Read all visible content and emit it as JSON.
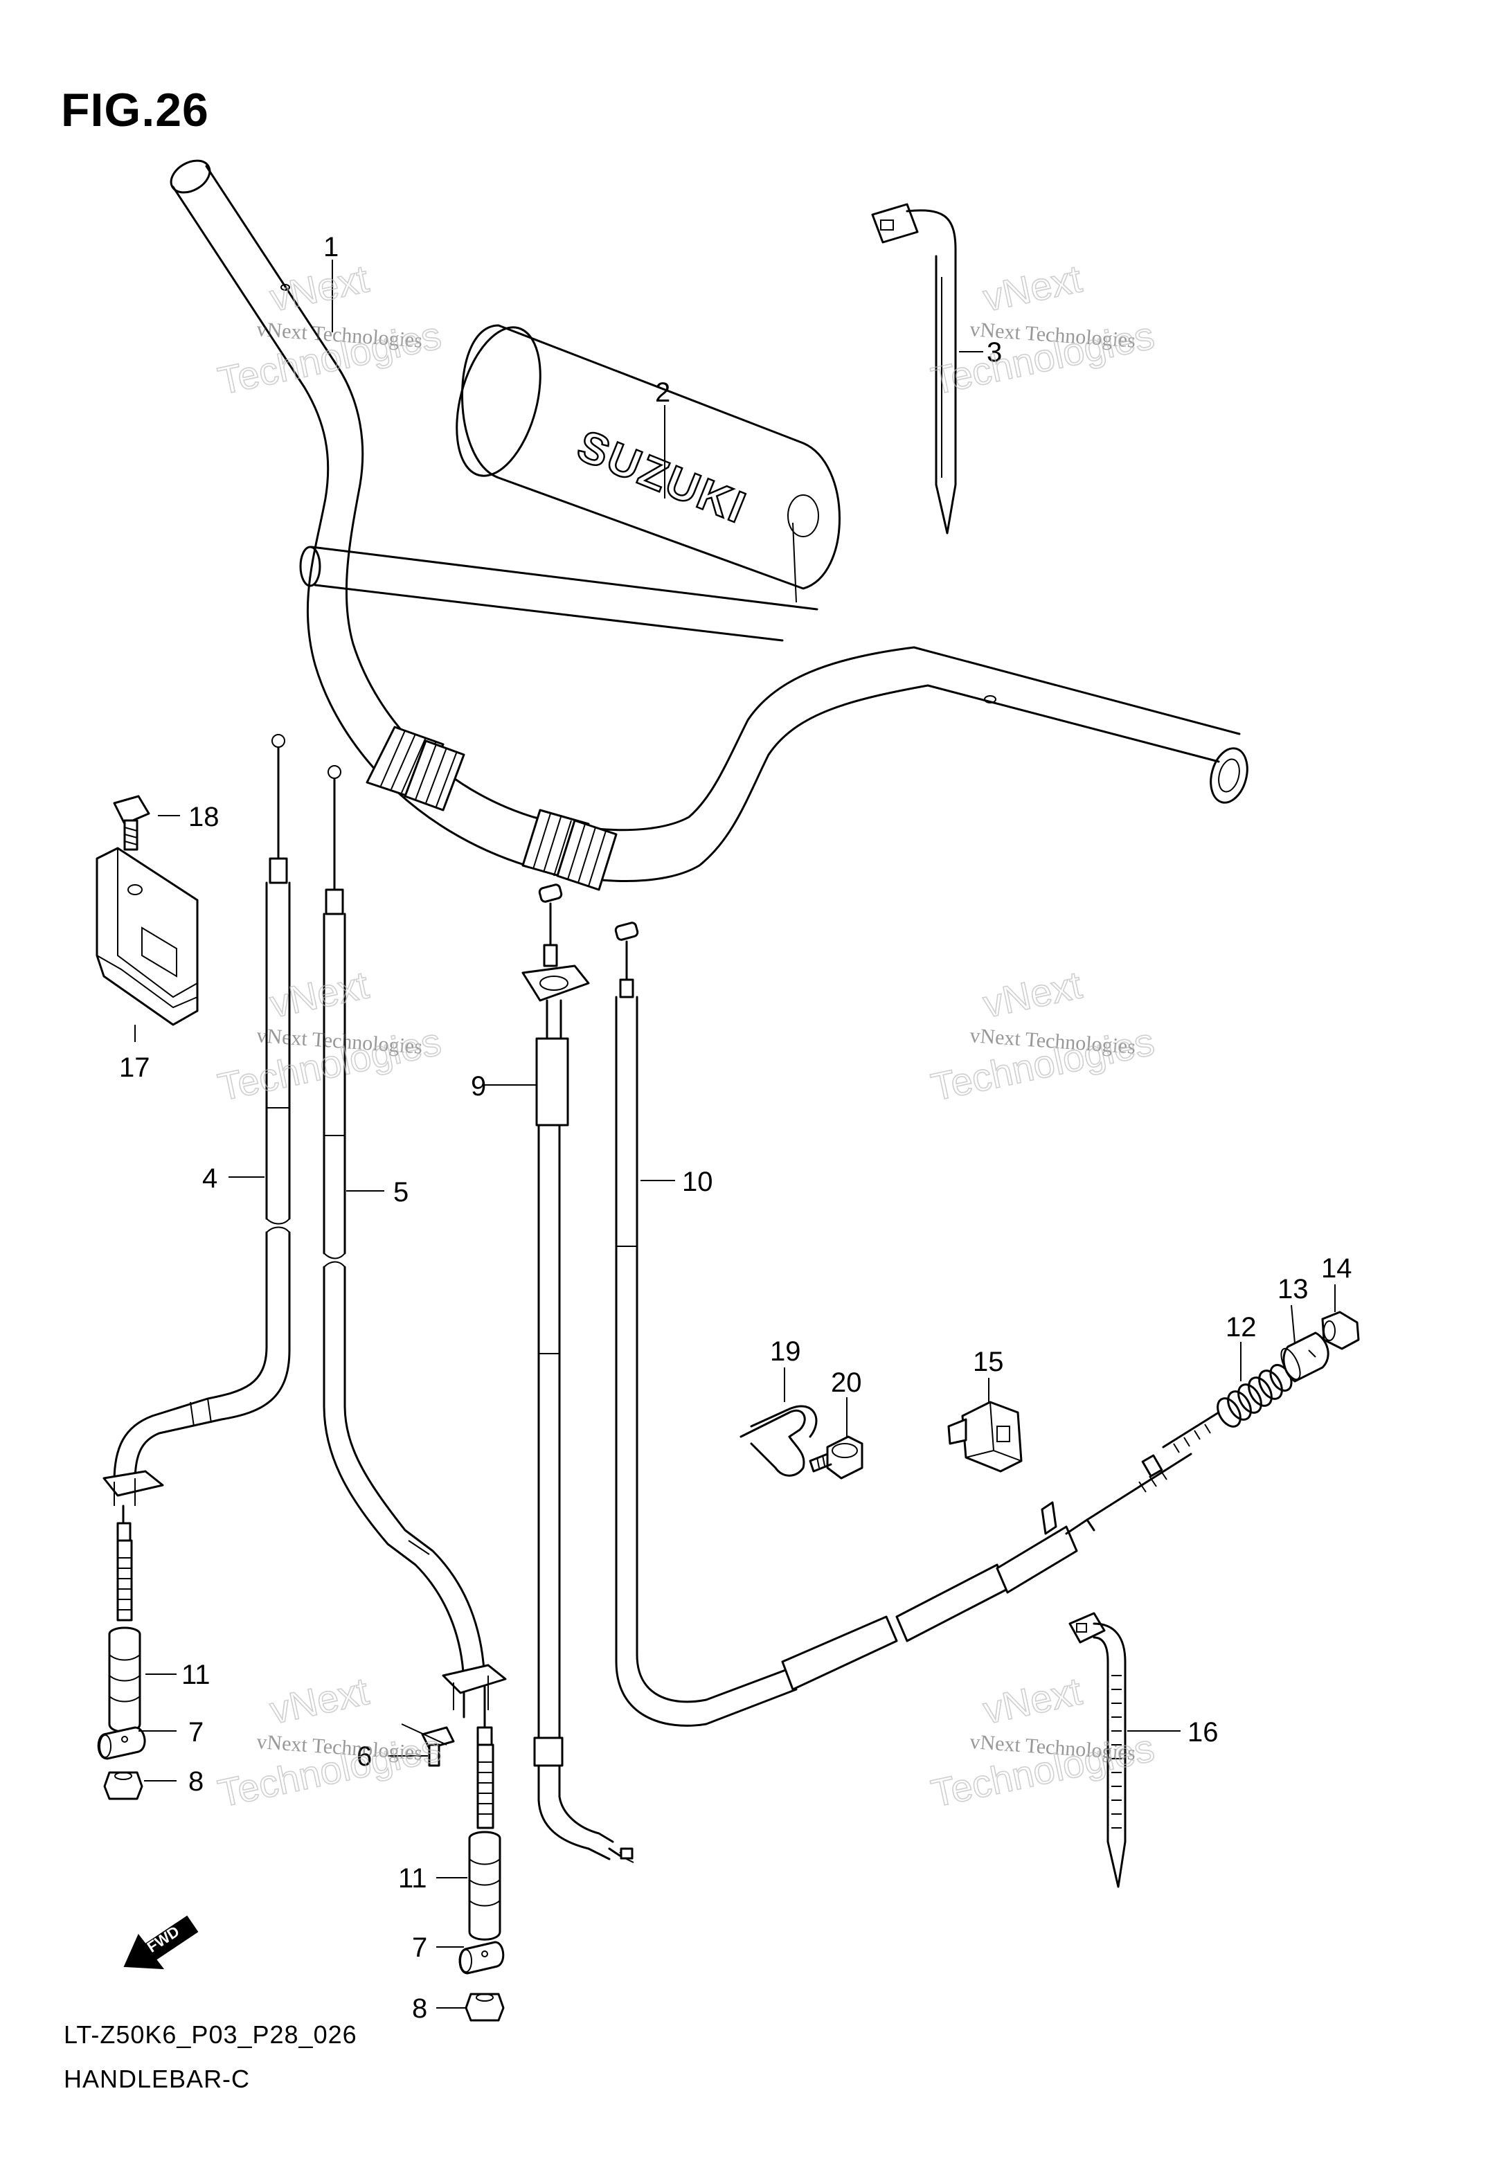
{
  "figure": {
    "title": "FIG.26",
    "code": "LT-Z50K6_P03_P28_026",
    "name": "HANDLEBAR-C"
  },
  "callouts": [
    "1",
    "2",
    "3",
    "4",
    "5",
    "6",
    "7",
    "8",
    "9",
    "10",
    "11",
    "12",
    "13",
    "14",
    "15",
    "16",
    "17",
    "18",
    "19",
    "20",
    "11",
    "7",
    "8"
  ],
  "brand_text": "SUZUKI",
  "fwd_text": "FWD",
  "watermarks": [
    {
      "line1": "vNext Technologies",
      "line2": "vNext",
      "line3": "Technologies"
    },
    {
      "line1": "vNext Technologies",
      "line2": "vNext",
      "line3": "Technologies"
    },
    {
      "line1": "vNext Technologies",
      "line2": "vNext",
      "line3": "Technologies"
    },
    {
      "line1": "vNext Technologies",
      "line2": "vNext",
      "line3": "Technologies"
    },
    {
      "line1": "vNext Technologies",
      "line2": "vNext",
      "line3": "Technologies"
    },
    {
      "line1": "vNext Technologies",
      "line2": "vNext",
      "line3": "Technologies"
    }
  ]
}
